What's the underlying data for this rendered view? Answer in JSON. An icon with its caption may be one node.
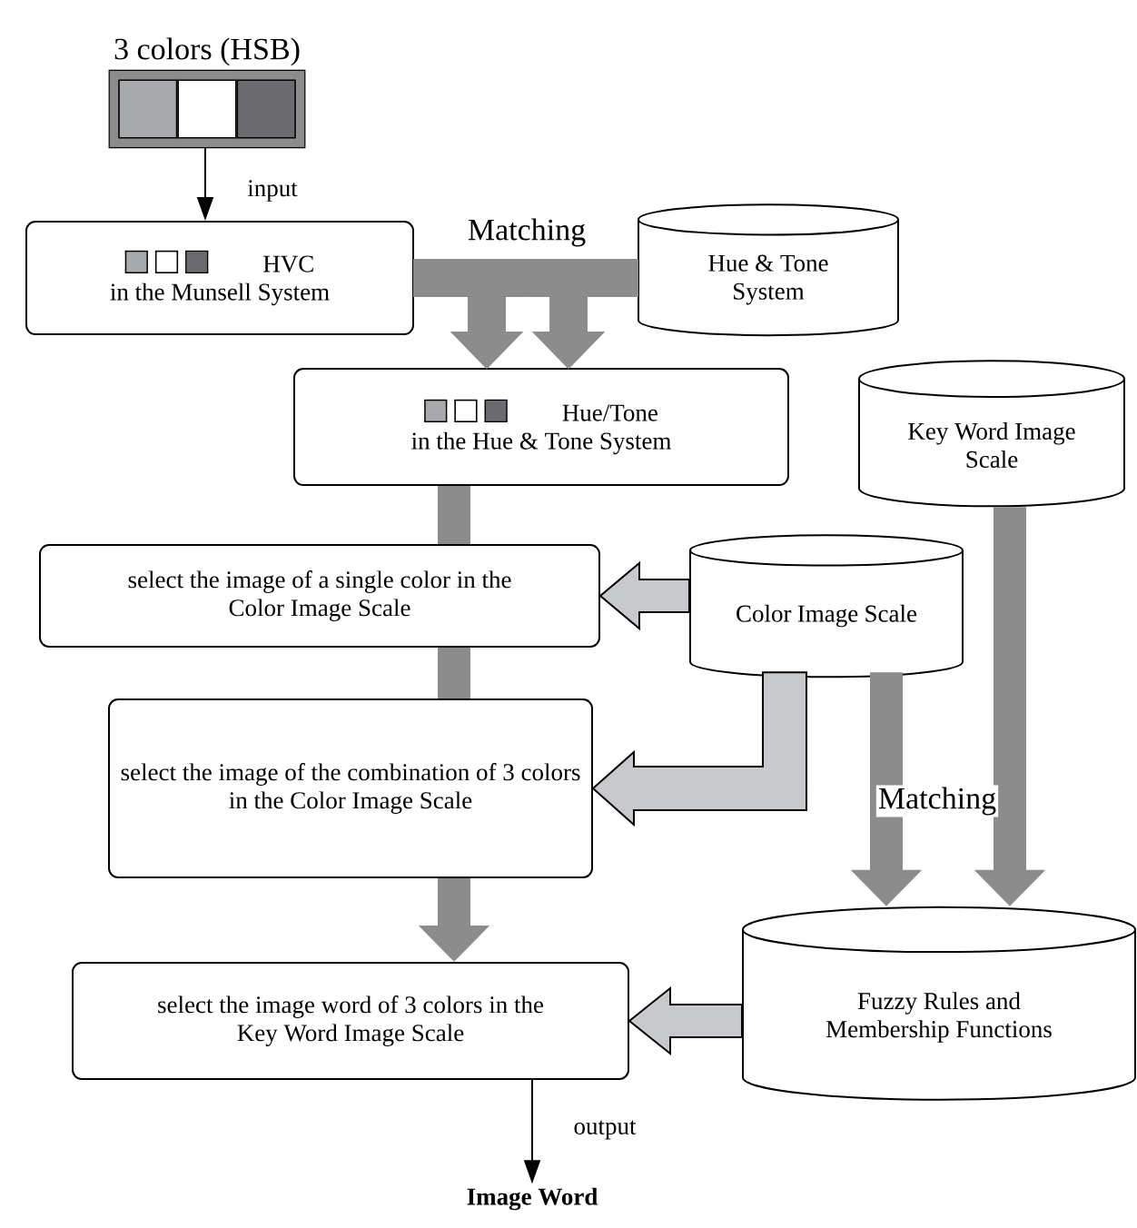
{
  "diagram": {
    "nodes": [
      {
        "text": [
          "3 colors (HSB)"
        ]
      },
      {
        "text": [
          "HVC",
          "in the Munsell System"
        ]
      },
      {
        "text": [
          "Hue & Tone System"
        ]
      },
      {
        "text": [
          "Hue/Tone",
          "in the Hue & Tone System"
        ]
      },
      {
        "text": [
          "Key Word Image Scale"
        ]
      },
      {
        "text": [
          "select the image of a single color in the Color Image Scale"
        ]
      },
      {
        "text": [
          "Color Image Scale"
        ]
      },
      {
        "text": [
          "select the image of the combination of 3 colors in the Color Image Scale"
        ]
      },
      {
        "text": [
          "select the image word of 3 colors in the Key Word Image Scale"
        ]
      },
      {
        "text": [
          "Fuzzy Rules and Membership Functions"
        ]
      },
      {
        "text": [
          "Image Word"
        ]
      }
    ],
    "edges": [
      {
        "from": 0,
        "to": 1,
        "arrow": "to",
        "label": "input",
        "color": "#000000"
      },
      {
        "from": 1,
        "to": 3,
        "arrow": "to",
        "label": "Matching"
      },
      {
        "from": 2,
        "to": 3,
        "arrow": "to"
      },
      {
        "from": 3,
        "to": 5,
        "arrow": "none"
      },
      {
        "from": 6,
        "to": 5,
        "arrow": "to",
        "color": "#c8c9cd"
      },
      {
        "from": 5,
        "to": 7,
        "arrow": "none"
      },
      {
        "from": 6,
        "to": 7,
        "arrow": "to",
        "color": "#c8c9cd"
      },
      {
        "from": 7,
        "to": 8,
        "arrow": "to"
      },
      {
        "from": 6,
        "to": 9,
        "arrow": "to",
        "label": "Matching"
      },
      {
        "from": 4,
        "to": 9,
        "arrow": "to"
      },
      {
        "from": 9,
        "to": 8,
        "arrow": "to",
        "color": "#c8c9cd"
      },
      {
        "from": 8,
        "to": 10,
        "arrow": "to",
        "label": "output",
        "color": "#000000"
      }
    ]
  }
}
